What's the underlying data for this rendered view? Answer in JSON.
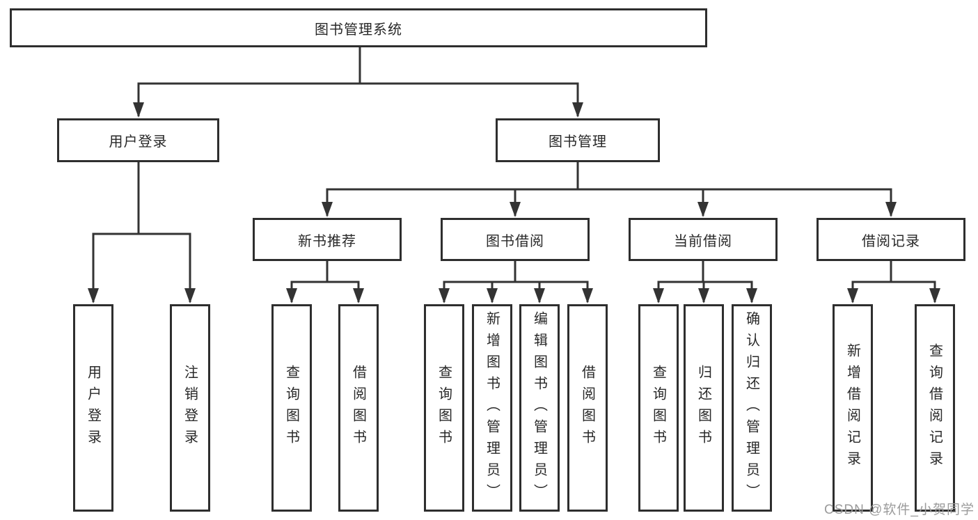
{
  "colors": {
    "background": "#ffffff",
    "line": "#333333",
    "box_border": "#2e2e2e",
    "text": "#282828",
    "watermark": "#9b9b9b"
  },
  "watermark": {
    "text": "CSDN @软件_小贺同学"
  },
  "diagram": {
    "root": {
      "label": "图书管理系统"
    },
    "branches": [
      {
        "label": "用户登录",
        "children": [
          {
            "label": "用户登录"
          },
          {
            "label": "注销登录"
          }
        ]
      },
      {
        "label": "图书管理",
        "children": [
          {
            "label": "新书推荐",
            "children": [
              {
                "label": "查询图书"
              },
              {
                "label": "借阅图书"
              }
            ]
          },
          {
            "label": "图书借阅",
            "children": [
              {
                "label": "查询图书"
              },
              {
                "label": "新增图书（管理员）"
              },
              {
                "label": "编辑图书（管理员）"
              },
              {
                "label": "借阅图书"
              }
            ]
          },
          {
            "label": "当前借阅",
            "children": [
              {
                "label": "查询图书"
              },
              {
                "label": "归还图书"
              },
              {
                "label": "确认归还（管理员）"
              }
            ]
          },
          {
            "label": "借阅记录",
            "children": [
              {
                "label": "新增借阅记录"
              },
              {
                "label": "查询借阅记录"
              }
            ]
          }
        ]
      }
    ]
  }
}
